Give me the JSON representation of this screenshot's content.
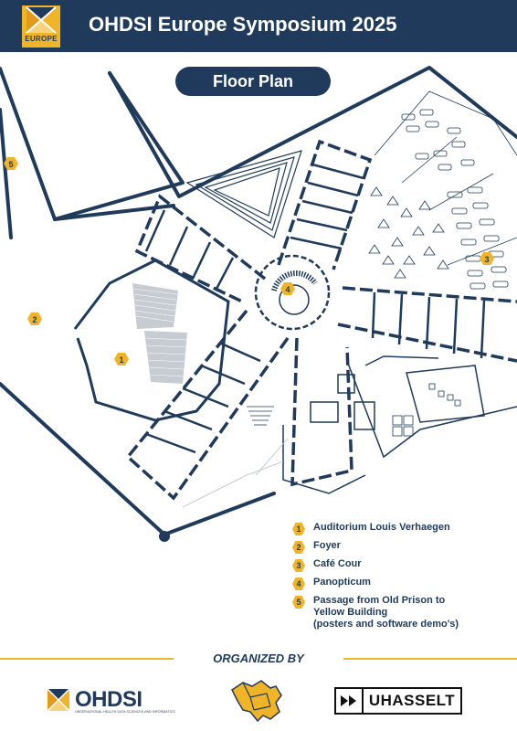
{
  "header": {
    "title": "OHDSI Europe Symposium 2025",
    "logo_text": "EUROPE",
    "logo_icon": "x-mark-icon",
    "bg_color": "#1f3a5a",
    "accent_color": "#f0b429"
  },
  "plan_title": "Floor Plan",
  "markers": [
    {
      "number": "1"
    },
    {
      "number": "2"
    },
    {
      "number": "3"
    },
    {
      "number": "4"
    },
    {
      "number": "5"
    }
  ],
  "legend": [
    {
      "number": "1",
      "label": "Auditorium Louis Verhaegen"
    },
    {
      "number": "2",
      "label": "Foyer"
    },
    {
      "number": "3",
      "label": "Café Cour"
    },
    {
      "number": "4",
      "label": "Panopticum"
    },
    {
      "number": "5",
      "label": "Passage from Old Prison to\nYellow Building\n(posters and software demo's)"
    }
  ],
  "organizers": {
    "title": "ORGANIZED BY",
    "ohdsi": {
      "name": "OHDSI",
      "tagline": "OBSERVATIONAL HEALTH DATA SCIENCES AND INFORMATICS"
    },
    "belgium_logo": "belgium-map-icon",
    "uhasselt": {
      "name": "UHASSELT",
      "icon": "fast-forward-icon"
    }
  }
}
